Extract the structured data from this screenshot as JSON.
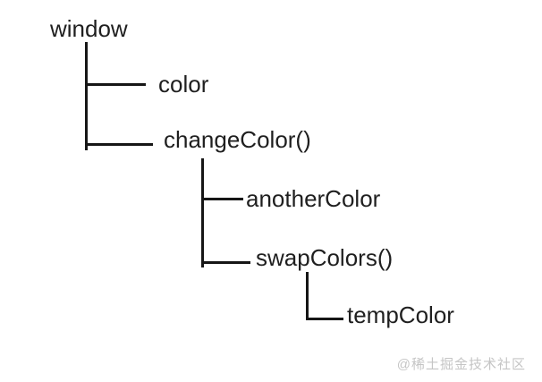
{
  "diagram": {
    "type": "tree",
    "description": "JavaScript scope chain tree diagram",
    "nodes": [
      {
        "label": "window",
        "level": 0,
        "parent": null
      },
      {
        "label": "color",
        "level": 1,
        "parent": "window"
      },
      {
        "label": "changeColor()",
        "level": 1,
        "parent": "window"
      },
      {
        "label": "anotherColor",
        "level": 2,
        "parent": "changeColor()"
      },
      {
        "label": "swapColors()",
        "level": 2,
        "parent": "changeColor()"
      },
      {
        "label": "tempColor",
        "level": 3,
        "parent": "swapColors()"
      }
    ],
    "colors": {
      "line": "#161616",
      "text": "#1f1f1f",
      "watermark": "#c5c5c5",
      "background": "#ffffff"
    },
    "watermark": "@稀土掘金技术社区"
  }
}
